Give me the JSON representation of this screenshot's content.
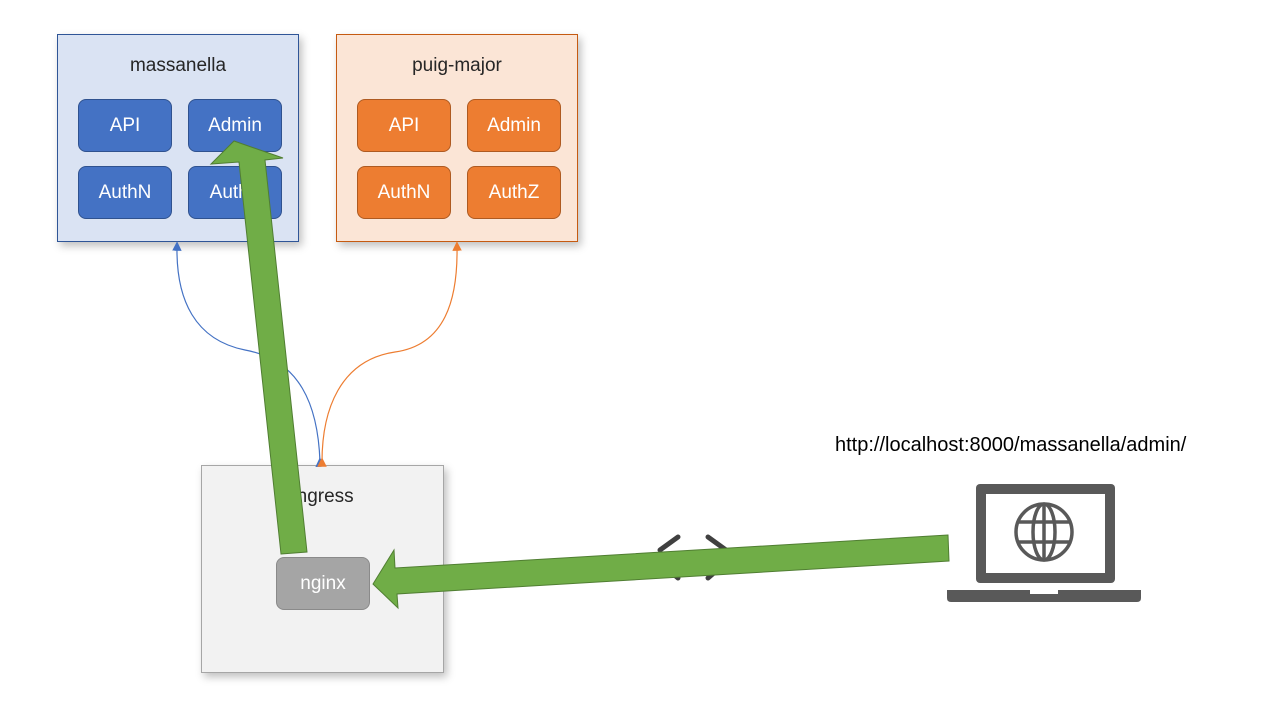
{
  "panels": {
    "massanella": {
      "title": "massanella",
      "services": [
        "API",
        "Admin",
        "AuthN",
        "AuthZ"
      ]
    },
    "puig_major": {
      "title": "puig-major",
      "services": [
        "API",
        "Admin",
        "AuthN",
        "AuthZ"
      ]
    },
    "ingress": {
      "title": "Ingress",
      "proxy": "nginx"
    }
  },
  "client": {
    "url": "http://localhost:8000/massanella/admin/",
    "icon": "laptop-globe-icon"
  },
  "colors": {
    "blue": "#4472c4",
    "orange": "#ed7d31",
    "grey": "#a5a5a5",
    "request_arrow": "#70ad47",
    "laptop": "#595959"
  }
}
